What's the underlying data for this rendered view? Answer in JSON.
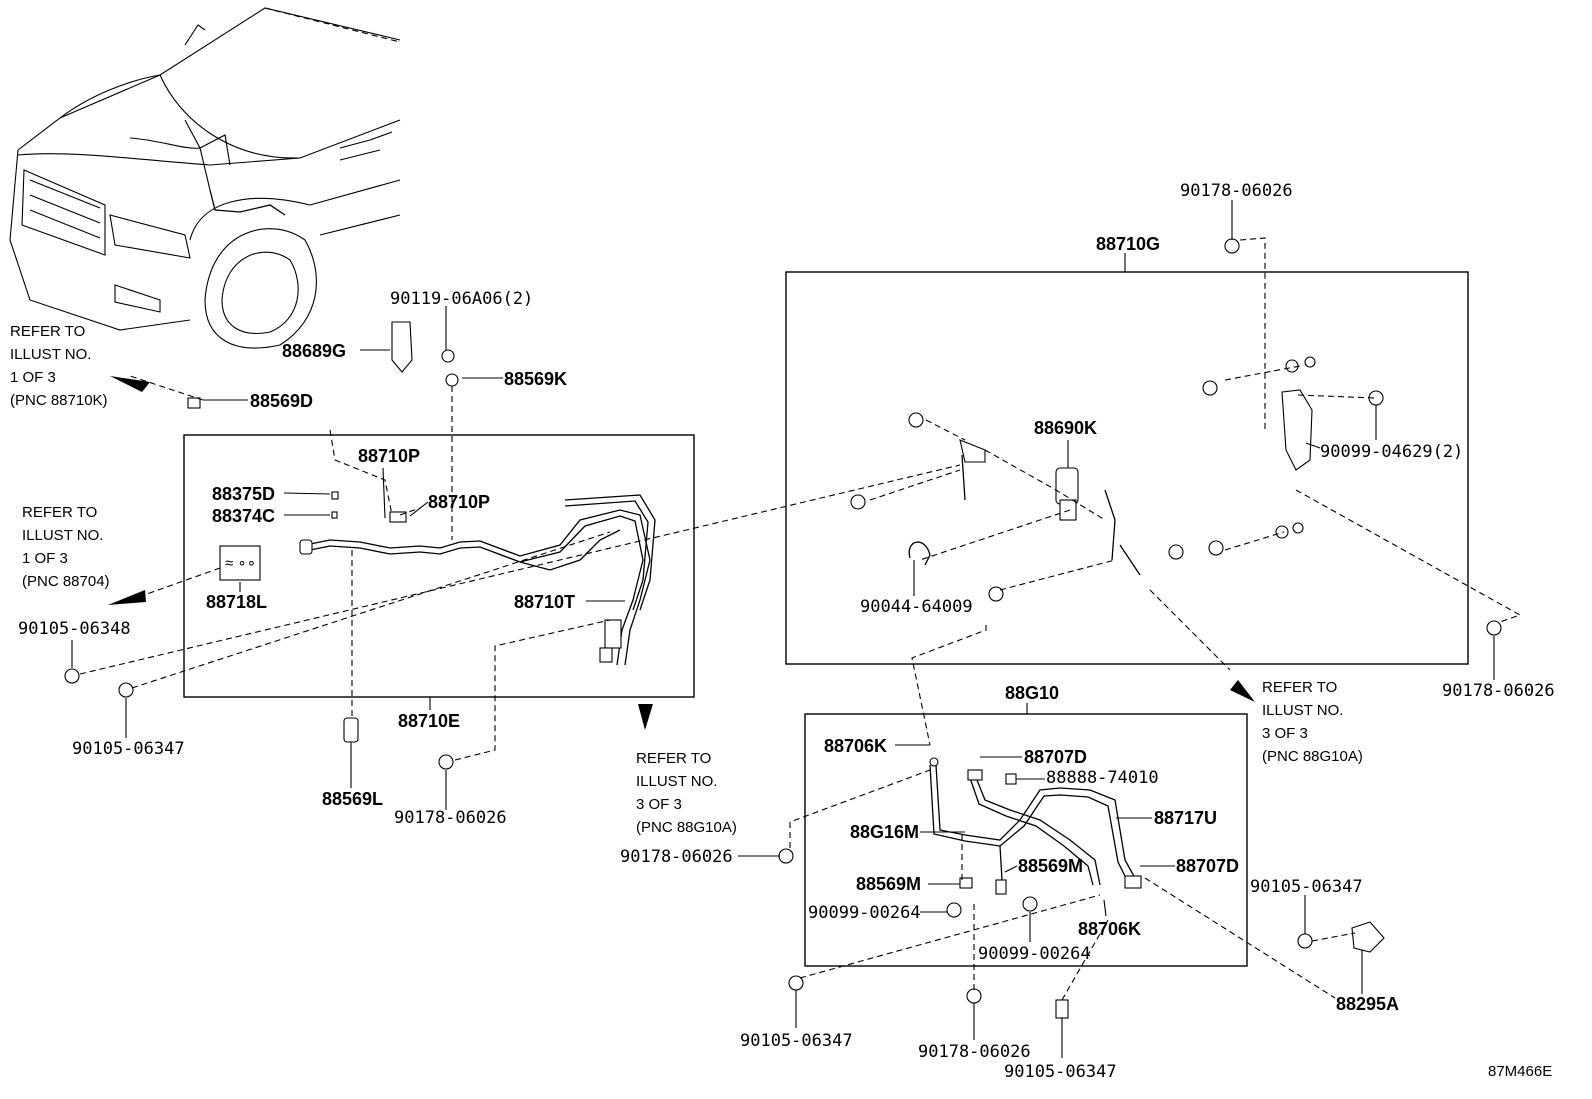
{
  "labels": {
    "l88710G": "88710G",
    "l90178_top": "90178-06026",
    "l90119": "90119-06A06(2)",
    "l88689G": "88689G",
    "l88569K": "88569K",
    "l88569D": "88569D",
    "l88710P_a": "88710P",
    "l88375D": "88375D",
    "l88374C": "88374C",
    "l88710P_b": "88710P",
    "l88718L": "88718L",
    "l88710T": "88710T",
    "l90105_06348": "90105-06348",
    "l90105_left": "90105-06347",
    "l88710E": "88710E",
    "l88569L": "88569L",
    "l90178_mid": "90178-06026",
    "l88690K": "88690K",
    "l90099_04629": "90099-04629(2)",
    "l90044": "90044-64009",
    "l90178_right": "90178-06026",
    "l88G10": "88G10",
    "l88706K_a": "88706K",
    "l88707D_a": "88707D",
    "l88888": "88888-74010",
    "l88G16M": "88G16M",
    "l88717U": "88717U",
    "l90178_left2": "90178-06026",
    "l88707D_b": "88707D",
    "l88569M_a": "88569M",
    "l88569M_b": "88569M",
    "l90099_00264_a": "90099-00264",
    "l88706K_b": "88706K",
    "l90099_00264_b": "90099-00264",
    "l90105_right": "90105-06347",
    "l88295A": "88295A",
    "l90105_bl": "90105-06347",
    "l90178_bottom": "90178-06026",
    "l90105_bottom": "90105-06347",
    "code": "87M466E"
  },
  "refs": {
    "r1": [
      "REFER TO",
      "ILLUST NO.",
      "1 OF 3",
      "(PNC 88710K)"
    ],
    "r2": [
      "REFER TO",
      "ILLUST NO.",
      "1 OF 3",
      "(PNC 88704)"
    ],
    "r3": [
      "REFER TO",
      "ILLUST NO.",
      "3 OF 3",
      "(PNC 88G10A)"
    ],
    "r4": [
      "REFER TO",
      "ILLUST NO.",
      "3 OF 3",
      "(PNC 88G10A)"
    ]
  }
}
